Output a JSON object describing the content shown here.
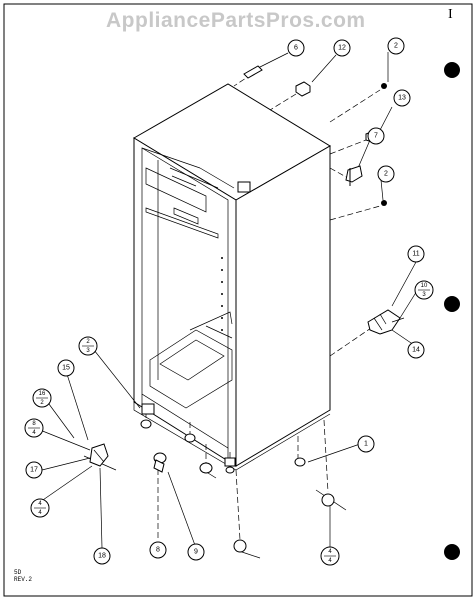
{
  "watermark": "AppliancePartsPros.com",
  "corner_mark": "I",
  "drawing_code": [
    "5D",
    "REV.2"
  ],
  "callouts": {
    "c6": "6",
    "c12": "12",
    "c2a": "2",
    "c13": "13",
    "c7": "7",
    "c2b": "2",
    "c11": "11",
    "c10_3": [
      "10",
      "3"
    ],
    "c14": "14",
    "c2_3": [
      "2",
      "3"
    ],
    "c15": "15",
    "c16_2": [
      "16",
      "2"
    ],
    "c8_4": [
      "8",
      "4"
    ],
    "c17": "17",
    "c4_4a": [
      "4",
      "4"
    ],
    "c18": "18",
    "c8": "8",
    "c9": "9",
    "c1": "1",
    "c4_4b": [
      "4",
      "4"
    ]
  }
}
